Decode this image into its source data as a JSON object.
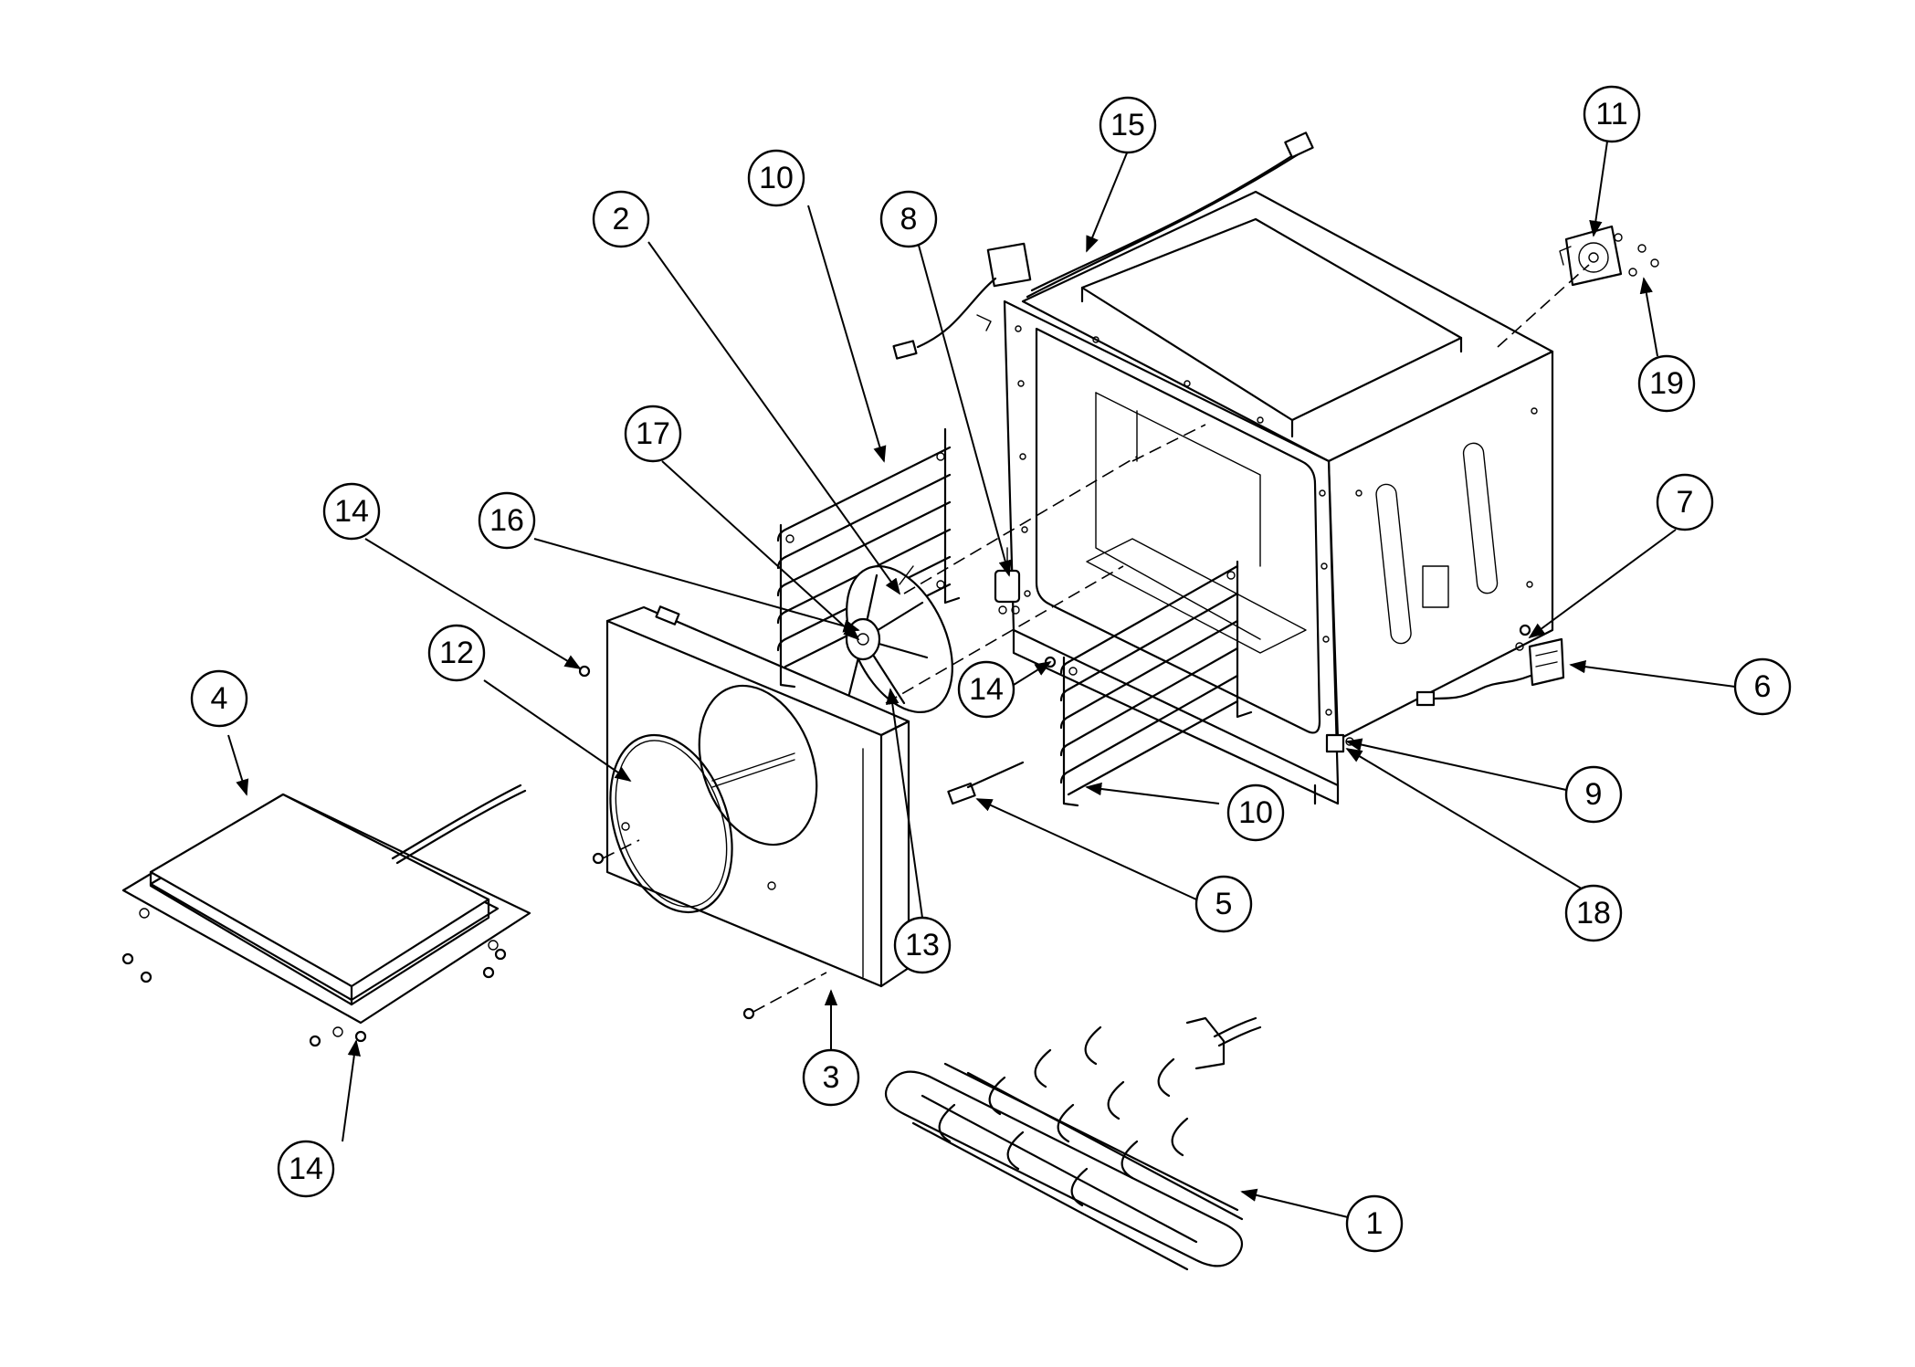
{
  "callouts": [
    {
      "id": "c1",
      "label": "1"
    },
    {
      "id": "c2",
      "label": "2"
    },
    {
      "id": "c3",
      "label": "3"
    },
    {
      "id": "c4",
      "label": "4"
    },
    {
      "id": "c5",
      "label": "5"
    },
    {
      "id": "c6",
      "label": "6"
    },
    {
      "id": "c7",
      "label": "7"
    },
    {
      "id": "c8",
      "label": "8"
    },
    {
      "id": "c9",
      "label": "9"
    },
    {
      "id": "c10a",
      "label": "10"
    },
    {
      "id": "c10b",
      "label": "10"
    },
    {
      "id": "c11",
      "label": "11"
    },
    {
      "id": "c12",
      "label": "12"
    },
    {
      "id": "c13",
      "label": "13"
    },
    {
      "id": "c14a",
      "label": "14"
    },
    {
      "id": "c14b",
      "label": "14"
    },
    {
      "id": "c14c",
      "label": "14"
    },
    {
      "id": "c15",
      "label": "15"
    },
    {
      "id": "c16",
      "label": "16"
    },
    {
      "id": "c17",
      "label": "17"
    },
    {
      "id": "c18",
      "label": "18"
    },
    {
      "id": "c19",
      "label": "19"
    }
  ]
}
